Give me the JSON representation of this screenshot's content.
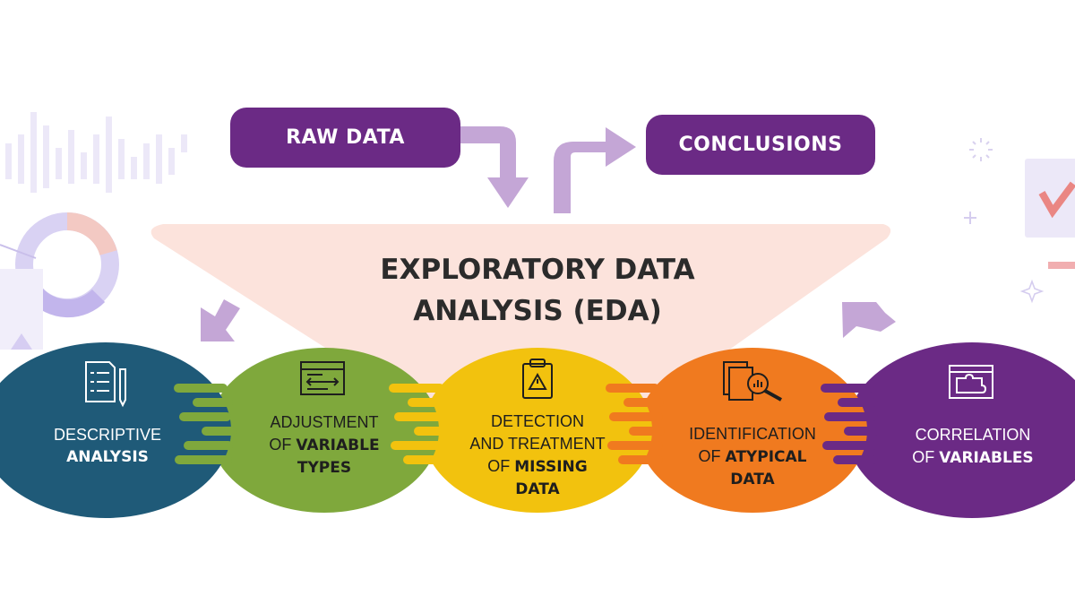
{
  "flow": {
    "input_label": "RAW DATA",
    "output_label": "CONCLUSIONS",
    "process_title_line1": "EXPLORATORY DATA",
    "process_title_line2": "ANALYSIS (EDA)"
  },
  "steps": [
    {
      "line1": "DESCRIPTIVE",
      "line2": "ANALYSIS",
      "color": "#1f5a78",
      "icon": "checklist-icon"
    },
    {
      "line1": "ADJUSTMENT",
      "line2_prefix": "OF ",
      "line2_bold": "VARIABLE",
      "line3": "TYPES",
      "color": "#7fa83c",
      "icon": "window-arrows-icon"
    },
    {
      "line1": "DETECTION",
      "line2": "AND TREATMENT",
      "line3_prefix": "OF ",
      "line3_bold": "MISSING",
      "line4": "DATA",
      "color": "#f2c20e",
      "icon": "clipboard-warning-icon"
    },
    {
      "line1": "IDENTIFICATION",
      "line2_prefix": "OF ",
      "line2_bold": "ATYPICAL",
      "line3": "DATA",
      "color": "#f07a1f",
      "icon": "magnifier-document-icon"
    },
    {
      "line1": "CORRELATION",
      "line2_prefix": "OF ",
      "line2_bold": "VARIABLES",
      "color": "#6b2a85",
      "icon": "puzzle-window-icon"
    }
  ],
  "colors": {
    "pill": "#6b2a85",
    "arrow": "#c4a6d6",
    "funnel": "#fce3dc",
    "decor": "#ddd6f4"
  }
}
